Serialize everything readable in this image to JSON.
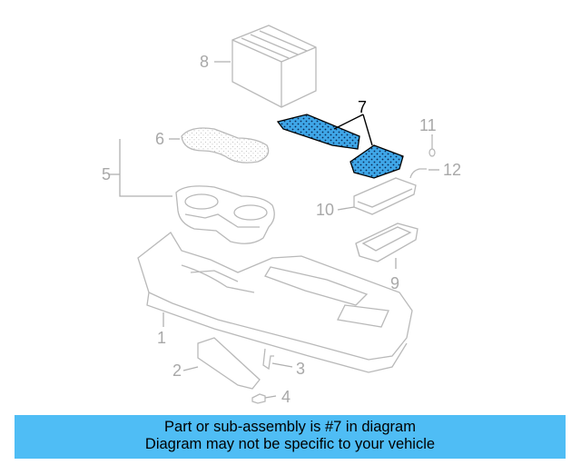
{
  "diagram": {
    "callouts": {
      "c1": "1",
      "c2": "2",
      "c3": "3",
      "c4": "4",
      "c5": "5",
      "c6": "6",
      "c7": "7",
      "c8": "8",
      "c9": "9",
      "c10": "10",
      "c11": "11",
      "c12": "12"
    },
    "highlighted_part": "7",
    "highlight_color": "#3fa7e8"
  },
  "banner": {
    "line1": "Part or sub-assembly is #7 in diagram",
    "line2": "Diagram may not be specific to your vehicle",
    "color": "#4fbdf5"
  }
}
